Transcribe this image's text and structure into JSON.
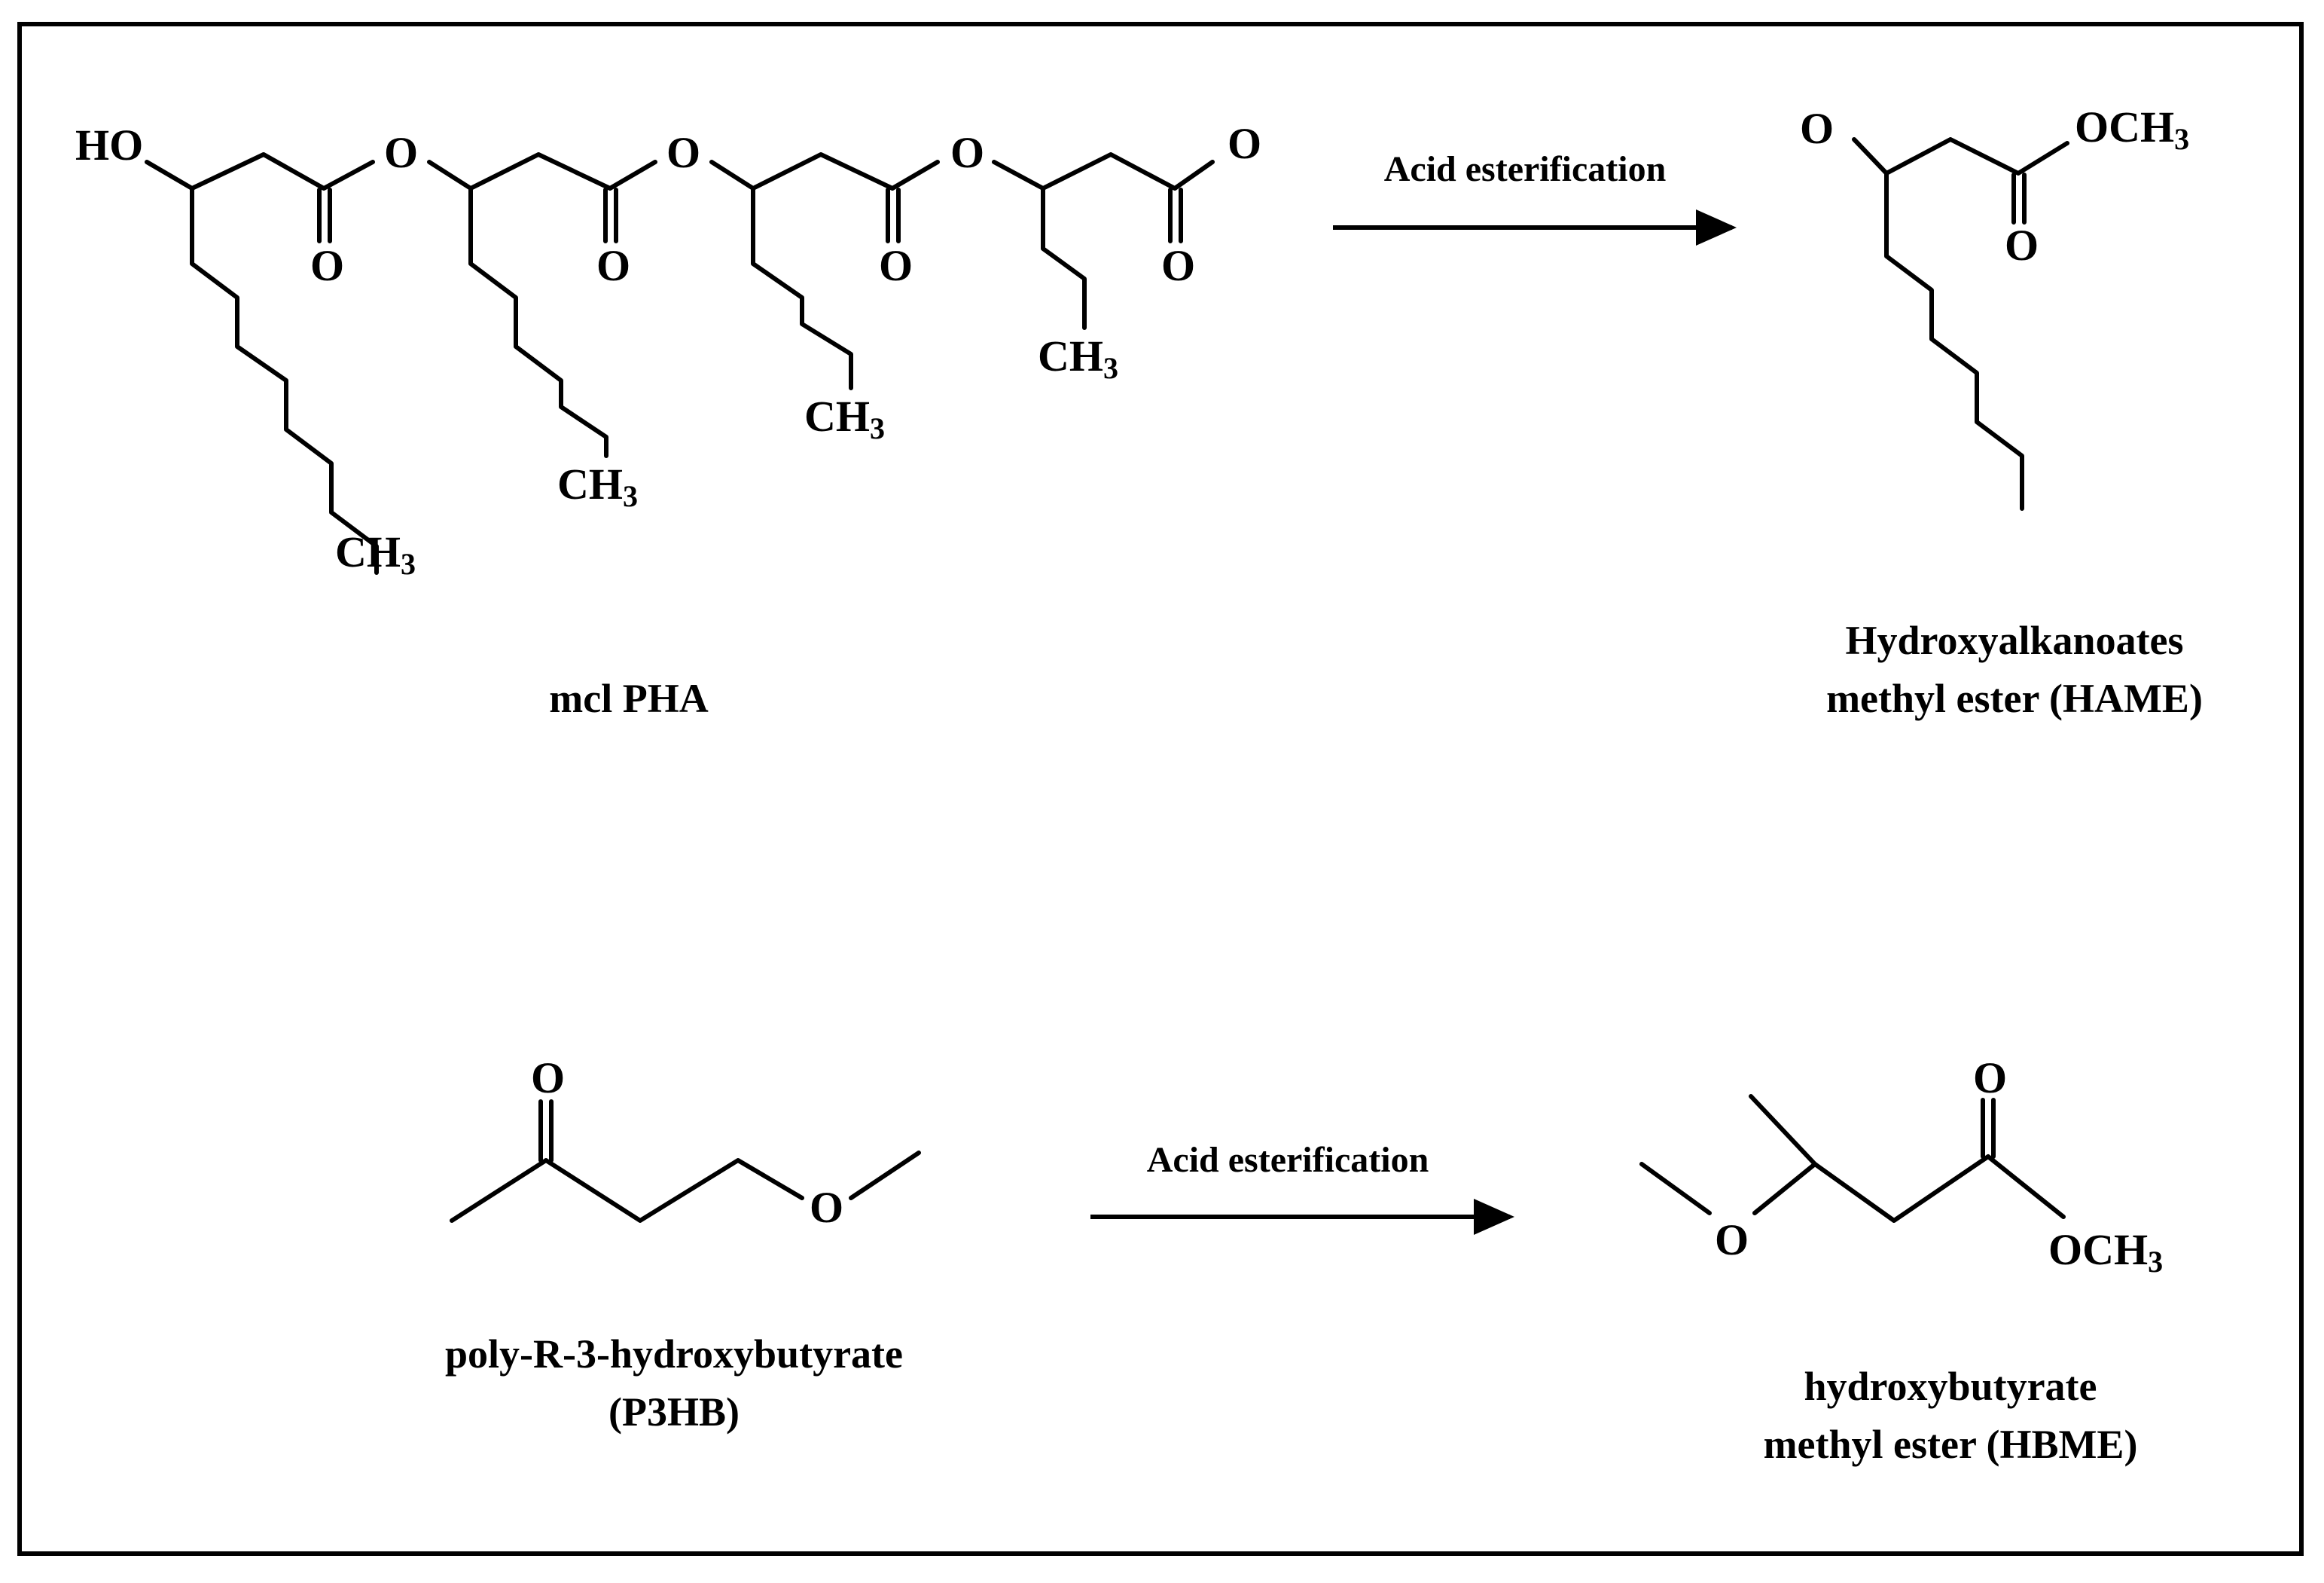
{
  "figure": {
    "border_color": "#000000",
    "background": "#ffffff"
  },
  "reaction_top": {
    "reactant": {
      "name": "mcl PHA",
      "atoms": {
        "ho": "HO",
        "o1": "O",
        "o2": "O",
        "o3": "O",
        "co1": "O",
        "co2": "O",
        "co3": "O",
        "co4": "O",
        "term_o": "O",
        "ch_c": "CH",
        "sub3": "3"
      }
    },
    "arrow_label": "Acid esterification",
    "product": {
      "name_line1": "Hydroxyalkanoates",
      "name_line2": "methyl ester (HAME)",
      "atoms": {
        "o": "O",
        "och": "OCH",
        "sub3": "3",
        "co": "O"
      }
    }
  },
  "reaction_bottom": {
    "reactant": {
      "name_line1": "poly-R-3-hydroxybutyrate",
      "name_line2": "(P3HB)",
      "atoms": {
        "co": "O",
        "o": "O"
      }
    },
    "arrow_label": "Acid esterification",
    "product": {
      "name_line1": "hydroxybutyrate",
      "name_line2": "methyl ester (HBME)",
      "atoms": {
        "co": "O",
        "o": "O",
        "och": "OCH",
        "sub3": "3"
      }
    }
  }
}
